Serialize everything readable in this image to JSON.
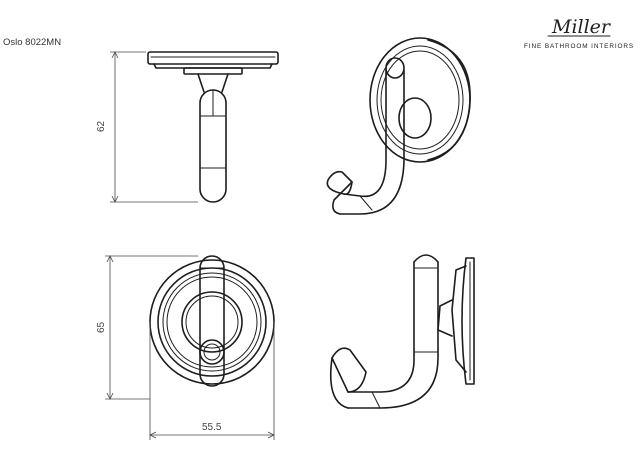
{
  "title_block": {
    "model": "Oslo 8022MN",
    "brand": "Miller",
    "tagline": "FINE BATHROOM INTERIORS"
  },
  "dimensions": {
    "height_top_view": "62",
    "height_front_view": "65",
    "width_front_view": "55.5"
  },
  "colors": {
    "line": "#1d1d1d",
    "dimension": "#4a4a4a",
    "background": "#ffffff"
  }
}
